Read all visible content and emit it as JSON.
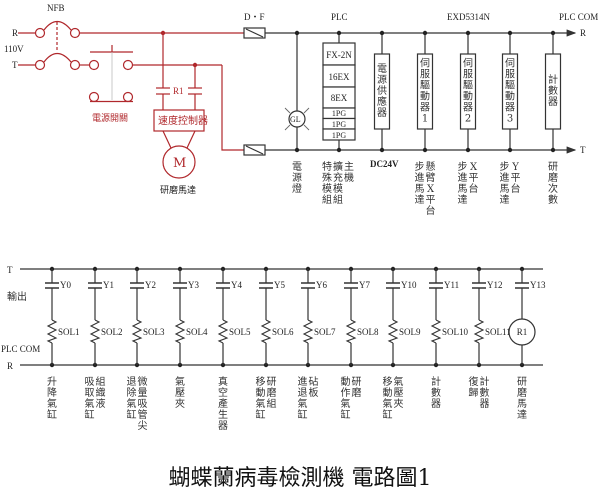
{
  "diagram_title": "蝴蝶蘭病毒檢測機 電路圖1",
  "colors": {
    "power_wire": "#b0282c",
    "bus_wire": "#333333",
    "text": "#222222"
  },
  "top_circuit": {
    "label_R": "R",
    "label_T": "T",
    "voltage": "110V",
    "nfb_label": "NFB",
    "power_switch_label": "電源開關",
    "relay_label": "R1",
    "speed_controller_label": "速度控制器",
    "motor_symbol": "M",
    "motor_label": "研磨馬達",
    "df_label": "D・F",
    "plc_header": "PLC",
    "driver_header": "EXD5314N",
    "plc_com_header": "PLC COM",
    "bus_R_label": "R",
    "bus_T_label": "T",
    "pilot_lamp_symbol": "GL",
    "dc_label": "DC24V",
    "plc_modules": [
      "FX-2N",
      "16EX",
      "8EX",
      "1PG",
      "1PG",
      "1PG"
    ],
    "devices": [
      {
        "box_text": "電源供應器",
        "caption": []
      },
      {
        "box_text": "伺服驅動器1",
        "caption": [
          "懸臂X平台",
          "步進馬達"
        ]
      },
      {
        "box_text": "伺服驅動器2",
        "caption": [
          "X平台",
          "步進馬達"
        ]
      },
      {
        "box_text": "伺服驅動器3",
        "caption": [
          "Y平台",
          "步進馬達"
        ]
      },
      {
        "box_text": "計數器",
        "caption": [
          "研磨次數"
        ]
      }
    ],
    "lamp_caption": [
      "電源燈"
    ],
    "plc_caption": [
      "主機",
      "擴充模組",
      "特殊模組"
    ]
  },
  "output_circuit": {
    "label_T": "T",
    "label_output": "輸出",
    "label_plc_com": "PLC COM",
    "label_R": "R",
    "branches": [
      {
        "contact": "Y0",
        "load": "SOL1",
        "caption": [
          "升降氣缸"
        ]
      },
      {
        "contact": "Y1",
        "load": "SOL2",
        "caption": [
          "組織液",
          "吸取氣缸"
        ]
      },
      {
        "contact": "Y2",
        "load": "SOL3",
        "caption": [
          "微量吸管尖",
          "退除氣缸"
        ]
      },
      {
        "contact": "Y3",
        "load": "SOL4",
        "caption": [
          "氣壓夾"
        ]
      },
      {
        "contact": "Y4",
        "load": "SOL5",
        "caption": [
          "真空產生器"
        ]
      },
      {
        "contact": "Y5",
        "load": "SOL6",
        "caption": [
          "研磨組",
          "移動氣缸"
        ]
      },
      {
        "contact": "Y6",
        "load": "SOL7",
        "caption": [
          "砧板",
          "進退氣缸"
        ]
      },
      {
        "contact": "Y7",
        "load": "SOL8",
        "caption": [
          "研磨",
          "動作氣缸"
        ]
      },
      {
        "contact": "Y10",
        "load": "SOL9",
        "caption": [
          "氣壓夾",
          "移動氣缸"
        ]
      },
      {
        "contact": "Y11",
        "load": "SOL10",
        "caption": [
          "計數器"
        ]
      },
      {
        "contact": "Y12",
        "load": "SOL11",
        "caption": [
          "計數器",
          "復歸"
        ]
      },
      {
        "contact": "Y13",
        "load": "R1",
        "load_type": "relay-coil",
        "caption": [
          "研磨馬達"
        ]
      }
    ]
  }
}
